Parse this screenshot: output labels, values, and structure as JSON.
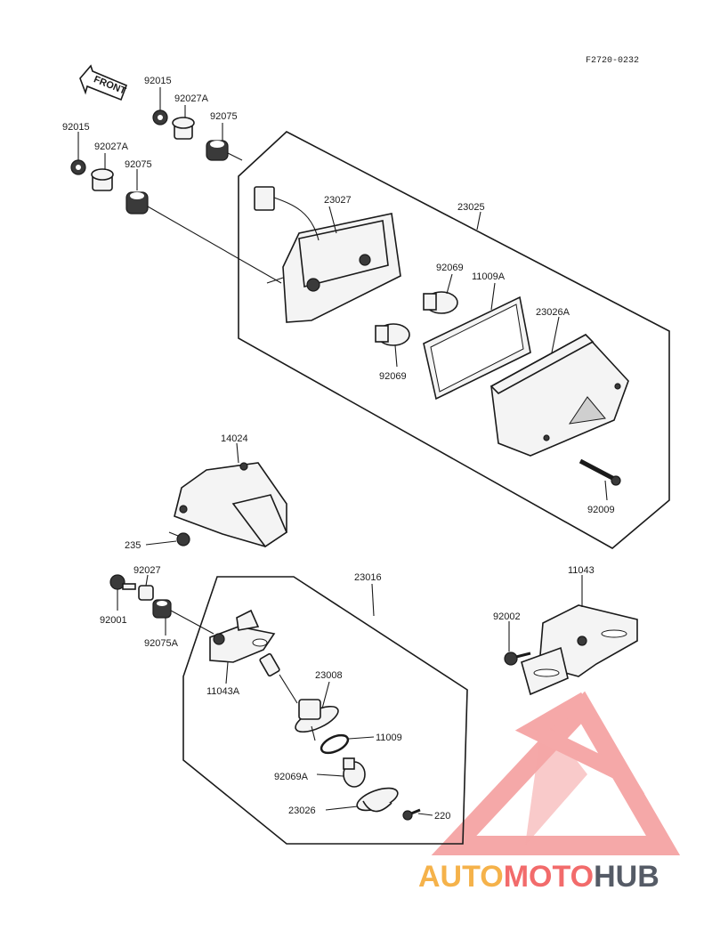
{
  "diagram": {
    "code": "F2720-0232",
    "front_label": "FRONT",
    "parts": {
      "p92015_a": "92015",
      "p92027A_a": "92027A",
      "p92075_a": "92075",
      "p92015_b": "92015",
      "p92027A_b": "92027A",
      "p92075_b": "92075",
      "p23027": "23027",
      "p23025": "23025",
      "p92069_a": "92069",
      "p11009A": "11009A",
      "p23026A": "23026A",
      "p92069_b": "92069",
      "p92009": "92009",
      "p14024": "14024",
      "p235": "235",
      "p92027": "92027",
      "p92001": "92001",
      "p92075A": "92075A",
      "p23016": "23016",
      "p11043A": "11043A",
      "p23008": "23008",
      "p11009": "11009",
      "p92069A": "92069A",
      "p23026": "23026",
      "p220": "220",
      "p11043": "11043",
      "p92002": "92002"
    }
  },
  "watermark": {
    "part1": "AUTO",
    "part2": "MOTO",
    "part3": "HUB",
    "colors": {
      "auto": "#f5b24a",
      "moto": "#f26b6b",
      "hub": "#555b66",
      "logo": "#f28b8b"
    }
  }
}
